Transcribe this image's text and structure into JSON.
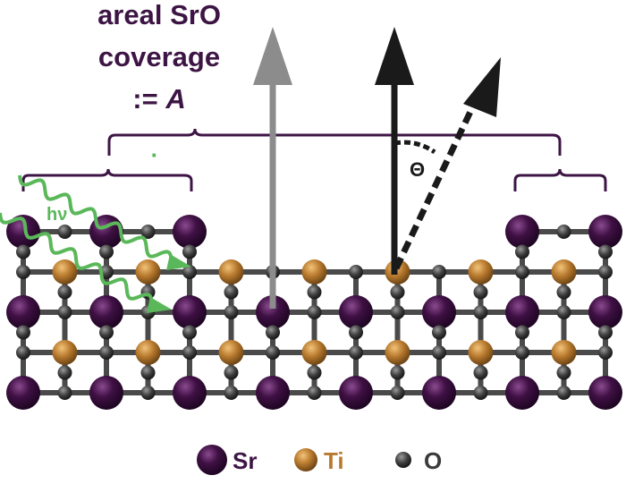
{
  "title": {
    "line1": "areal SrO",
    "line2": "coverage",
    "line3_prefix": ":= ",
    "line3_symbol": "A"
  },
  "dot_label": "·",
  "photon_label": "hν",
  "angle_label": "Θ",
  "legend": [
    {
      "symbol": "Sr",
      "color": "#3a0f3f",
      "kind": "Sr"
    },
    {
      "symbol": "Ti",
      "color": "#b87a2e",
      "kind": "Ti"
    },
    {
      "symbol": "O",
      "color": "#3a3a3a",
      "kind": "O"
    }
  ],
  "colors": {
    "sr": "#3a0f3f",
    "ti": "#b87a2e",
    "o": "#3a3a3a",
    "bracket": "#3d1545",
    "photon": "#5bb85a",
    "arrow_gray": "#8c8c8c",
    "arrow_black": "#1a1a1a"
  }
}
